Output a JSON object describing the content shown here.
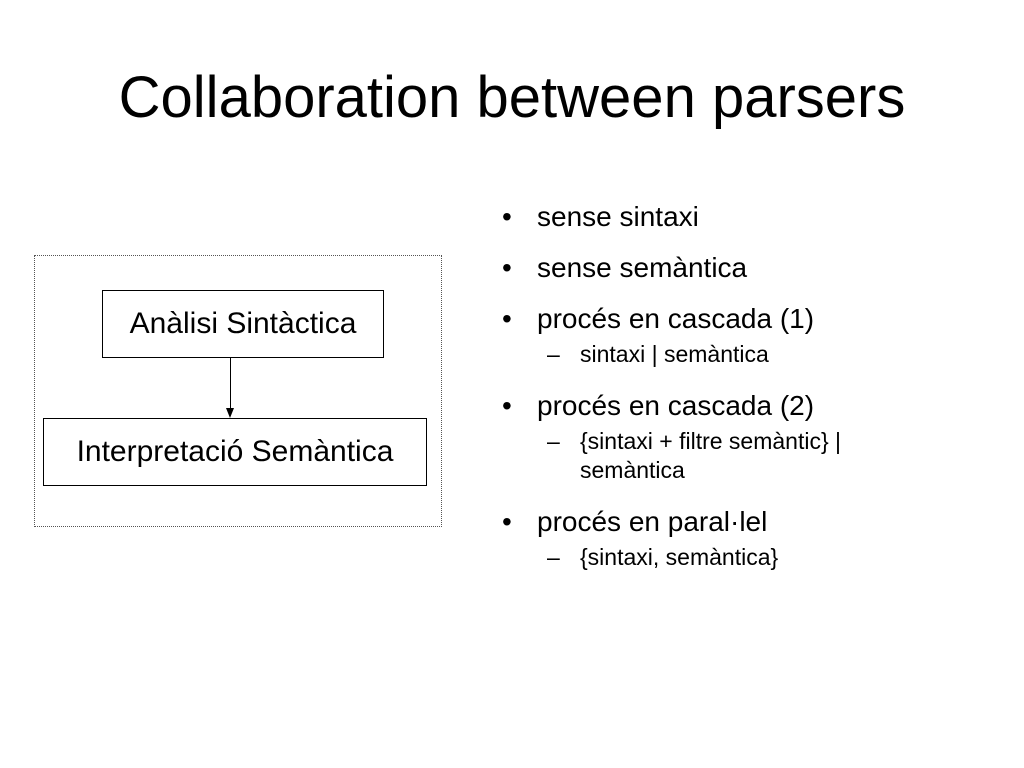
{
  "slide": {
    "title": "Collaboration between parsers"
  },
  "diagram": {
    "top_box": "Anàlisi Sintàctica",
    "bottom_box": "Interpretació Semàntica"
  },
  "bullets": {
    "marker": "•",
    "sub_marker": "–",
    "items": [
      {
        "text": "sense sintaxi"
      },
      {
        "text": "sense semàntica"
      },
      {
        "text": "procés en cascada (1)",
        "sub": "sintaxi | semàntica"
      },
      {
        "text": "procés en cascada (2)",
        "sub": "{sintaxi + filtre semàntic} | semàntica"
      },
      {
        "text": "procés en paral·lel",
        "sub": "{sintaxi, semàntica}"
      }
    ]
  }
}
